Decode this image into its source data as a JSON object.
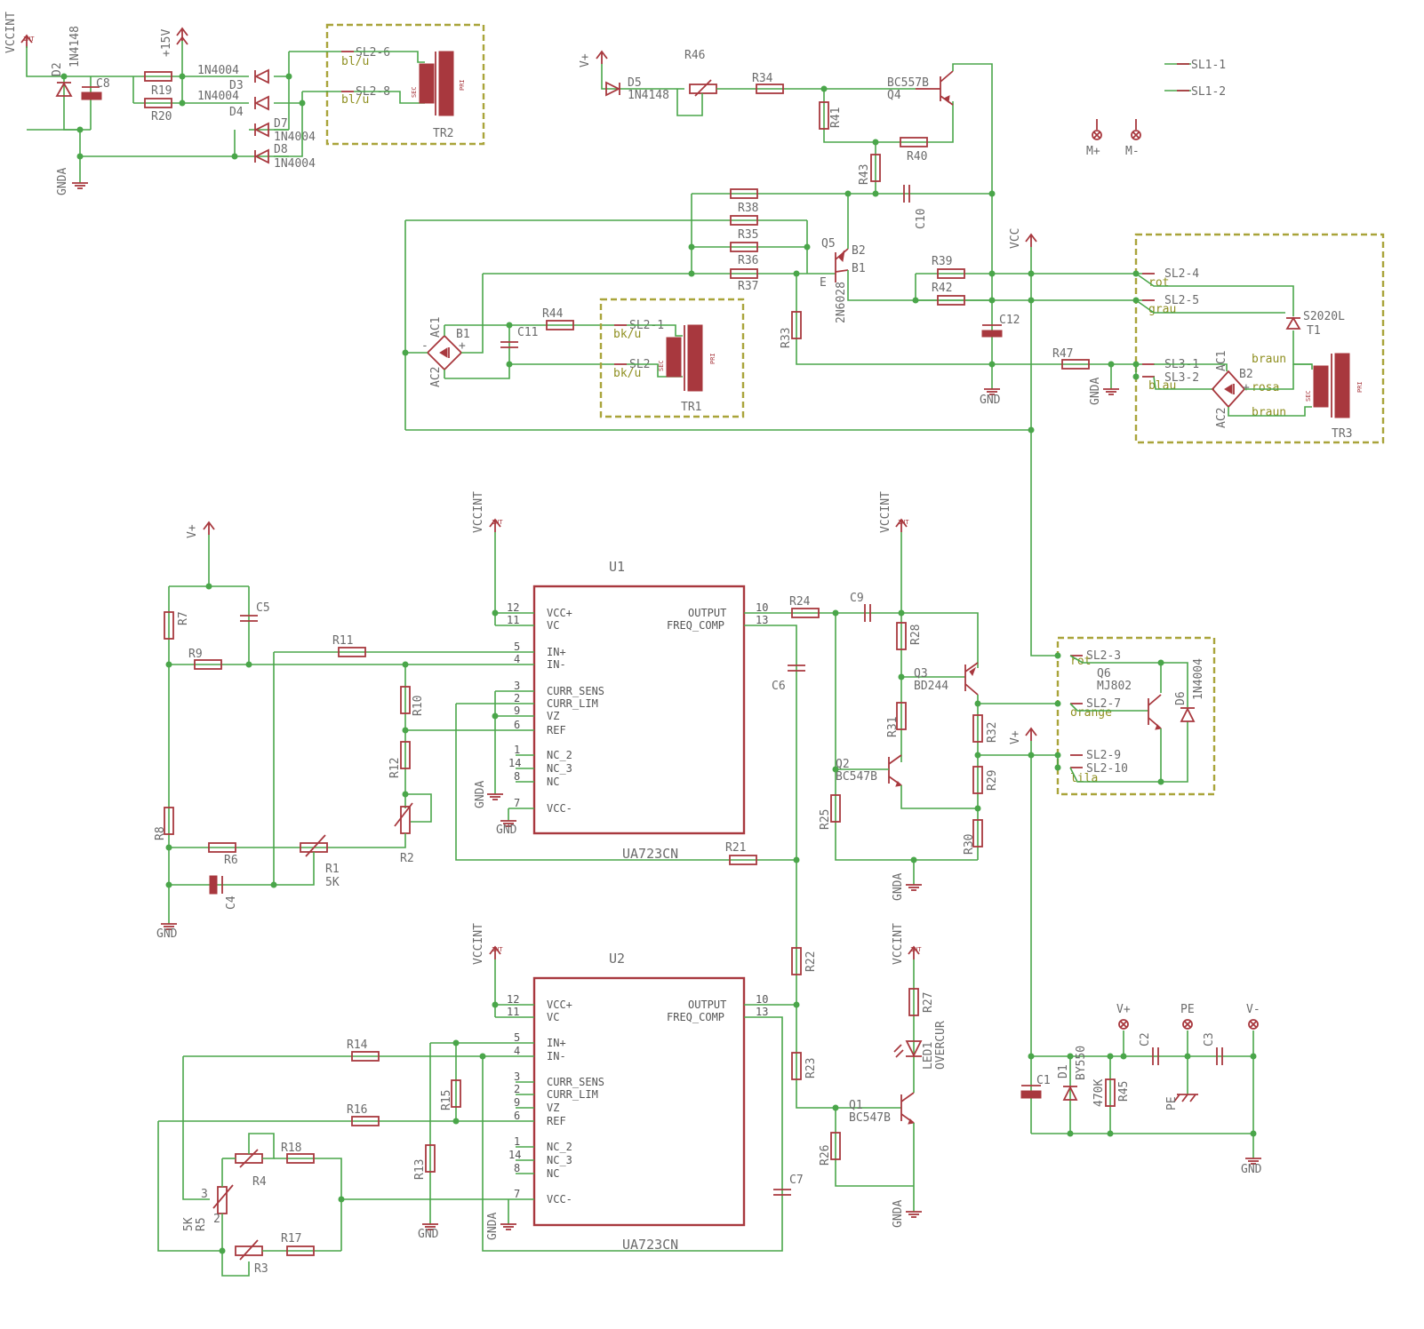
{
  "supply_labels": {
    "vccint": "VCCINT",
    "int": "INT",
    "gnda": "GNDA",
    "gnd": "GND",
    "vplus": "V+",
    "vminus": "V-",
    "vcc": "VCC",
    "p15": "+15V",
    "pe": "PE",
    "mplus": "M+",
    "mminus": "M-"
  },
  "ics": [
    {
      "name": "U1",
      "part": "UA723CN",
      "left_pins": [
        {
          "num": "12",
          "name": "VCC+"
        },
        {
          "num": "11",
          "name": "VC"
        },
        {
          "num": "5",
          "name": "IN+"
        },
        {
          "num": "4",
          "name": "IN-"
        },
        {
          "num": "3",
          "name": "CURR_SENS"
        },
        {
          "num": "2",
          "name": "CURR_LIM"
        },
        {
          "num": "9",
          "name": "VZ"
        },
        {
          "num": "6",
          "name": "REF"
        },
        {
          "num": "1",
          "name": "NC_2"
        },
        {
          "num": "14",
          "name": "NC_3"
        },
        {
          "num": "8",
          "name": "NC"
        },
        {
          "num": "7",
          "name": "VCC-"
        }
      ],
      "right_pins": [
        {
          "num": "10",
          "name": "OUTPUT"
        },
        {
          "num": "13",
          "name": "FREQ_COMP"
        }
      ]
    },
    {
      "name": "U2",
      "part": "UA723CN",
      "left_pins": [
        {
          "num": "12",
          "name": "VCC+"
        },
        {
          "num": "11",
          "name": "VC"
        },
        {
          "num": "5",
          "name": "IN+"
        },
        {
          "num": "4",
          "name": "IN-"
        },
        {
          "num": "3",
          "name": "CURR_SENS"
        },
        {
          "num": "2",
          "name": "CURR_LIM"
        },
        {
          "num": "9",
          "name": "VZ"
        },
        {
          "num": "6",
          "name": "REF"
        },
        {
          "num": "1",
          "name": "NC_2"
        },
        {
          "num": "14",
          "name": "NC_3"
        },
        {
          "num": "8",
          "name": "NC"
        },
        {
          "num": "7",
          "name": "VCC-"
        }
      ],
      "right_pins": [
        {
          "num": "10",
          "name": "OUTPUT"
        },
        {
          "num": "13",
          "name": "FREQ_COMP"
        }
      ]
    }
  ],
  "parts": {
    "D2": "D2",
    "D2v": "1N4148",
    "C8": "C8",
    "R19": "R19",
    "R20": "R20",
    "D3": "D3",
    "D3v": "1N4004",
    "D4": "D4",
    "D4v": "1N4004",
    "D7": "D7",
    "D7v": "1N4004",
    "D8": "D8",
    "D8v": "1N4004",
    "TR2": "TR2",
    "TR1": "TR1",
    "TR3": "TR3",
    "sec": "SEC",
    "pri": "PRI",
    "D5": "D5",
    "D5v": "1N4148",
    "R46": "R46",
    "R34": "R34",
    "R41": "R41",
    "R40": "R40",
    "Q4": "Q4",
    "Q4v": "BC557B",
    "R43": "R43",
    "C10": "C10",
    "R38": "R38",
    "R35": "R35",
    "R36": "R36",
    "R37": "R37",
    "Q5": "Q5",
    "Q5v": "2N6028",
    "B1": "B1",
    "B2": "B2",
    "E": "E",
    "R33": "R33",
    "R39": "R39",
    "R42": "R42",
    "C12": "C12",
    "R47": "R47",
    "B1r": "B1",
    "B2r": "B2",
    "AC1": "AC1",
    "AC2": "AC2",
    "C11": "C11",
    "R44": "R44",
    "T1": "T1",
    "T1v": "S2020L",
    "SL1_1": "SL1-1",
    "SL1_2": "SL1-2",
    "C5": "C5",
    "R7": "R7",
    "R9": "R9",
    "R11": "R11",
    "R10": "R10",
    "R12": "R12",
    "R8": "R8",
    "R6": "R6",
    "R1": "R1",
    "R1v": "5K",
    "R2": "R2",
    "C4": "C4",
    "R24": "R24",
    "C9": "C9",
    "C6": "C6",
    "R21": "R21",
    "R28": "R28",
    "Q3": "Q3",
    "Q3v": "BD244",
    "R31": "R31",
    "Q2": "Q2",
    "Q2v": "BC547B",
    "R25": "R25",
    "R32": "R32",
    "R29": "R29",
    "R30": "R30",
    "Q6": "Q6",
    "Q6v": "MJ802",
    "D6": "D6",
    "D6v": "1N4004",
    "R22": "R22",
    "R23": "R23",
    "R27": "R27",
    "LED1": "LED1",
    "LED1v": "OVERCUR",
    "Q1": "Q1",
    "Q1v": "BC547B",
    "R26": "R26",
    "C7": "C7",
    "R14": "R14",
    "R16": "R16",
    "R15": "R15",
    "R13": "R13",
    "R18": "R18",
    "R17": "R17",
    "R4": "R4",
    "R3": "R3",
    "R5": "R5",
    "R5v": "5K",
    "C1": "C1",
    "D1": "D1",
    "D1v": "BY550",
    "R45": "R45",
    "R45v": "470K",
    "C2": "C2",
    "C3": "C3"
  },
  "connectors": {
    "SL2_6": "SL2-6",
    "SL2_8": "SL2-8",
    "SL2_1": "SL2-1",
    "SL2_x": "SL2",
    "SL2_4": "SL2-4",
    "SL2_5": "SL2-5",
    "SL3_1": "SL3-1",
    "SL3_2": "SL3-2",
    "SL2_3": "SL2-3",
    "SL2_7": "SL2-7",
    "SL2_9": "SL2-9",
    "SL2_10": "SL2-10"
  },
  "wire_colors": {
    "blu": "bl/u",
    "bku": "bk/u",
    "rot": "rot",
    "grau": "grau",
    "blau": "blau",
    "braun": "braun",
    "rosa": "rosa",
    "orange": "orange",
    "lila": "lila"
  },
  "colors": {
    "wire": "#4aa64a",
    "part": "#a8383e",
    "frame": "#a9a43a",
    "text": "#6b6b6b",
    "net": "#8f8f20"
  }
}
